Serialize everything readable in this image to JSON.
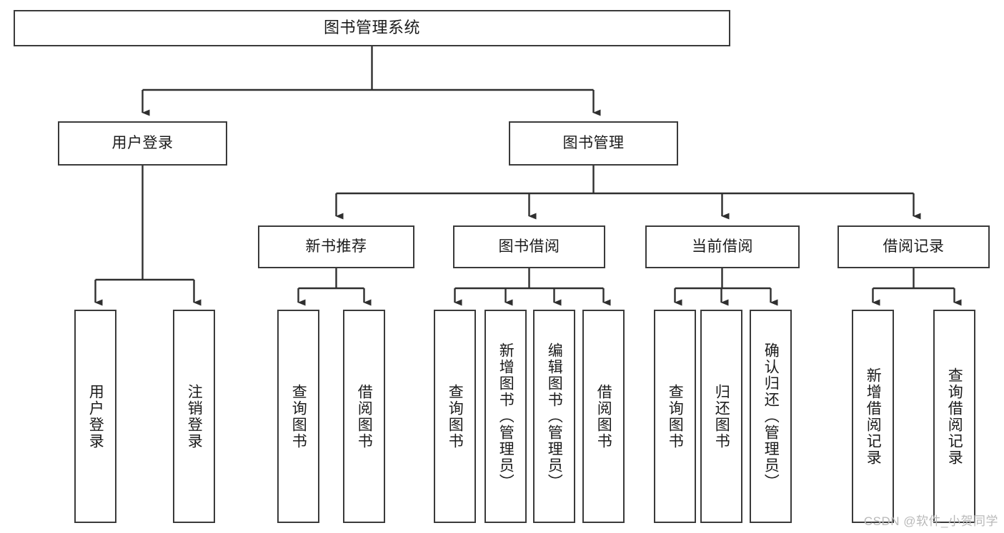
{
  "diagram": {
    "type": "hierarchy-tree",
    "title": "图书管理系统",
    "root": {
      "label": "图书管理系统"
    },
    "level2": [
      {
        "label": "用户登录"
      },
      {
        "label": "图书管理"
      }
    ],
    "level3": [
      {
        "label": "新书推荐"
      },
      {
        "label": "图书借阅"
      },
      {
        "label": "当前借阅"
      },
      {
        "label": "借阅记录"
      }
    ],
    "leaves": {
      "user_login": [
        {
          "label": "用户登录"
        },
        {
          "label": "注销登录"
        }
      ],
      "new_book_recommend": [
        {
          "label": "查询图书"
        },
        {
          "label": "借阅图书"
        }
      ],
      "book_borrow": [
        {
          "label": "查询图书"
        },
        {
          "label": "新增图书（管理员）"
        },
        {
          "label": "编辑图书（管理员）"
        },
        {
          "label": "借阅图书"
        }
      ],
      "current_borrow": [
        {
          "label": "查询图书"
        },
        {
          "label": "归还图书"
        },
        {
          "label": "确认归还（管理员）"
        }
      ],
      "borrow_records": [
        {
          "label": "新增借阅记录"
        },
        {
          "label": "查询借阅记录"
        }
      ]
    }
  },
  "watermark": {
    "text": "CSDN @软件_小贺同学"
  },
  "colors": {
    "box_border": "#3a3a3a",
    "box_fill": "#ffffff",
    "text": "#1b1b1b",
    "connector": "#2f2f2f",
    "watermark": "#b9b9b9",
    "background": "#ffffff"
  }
}
